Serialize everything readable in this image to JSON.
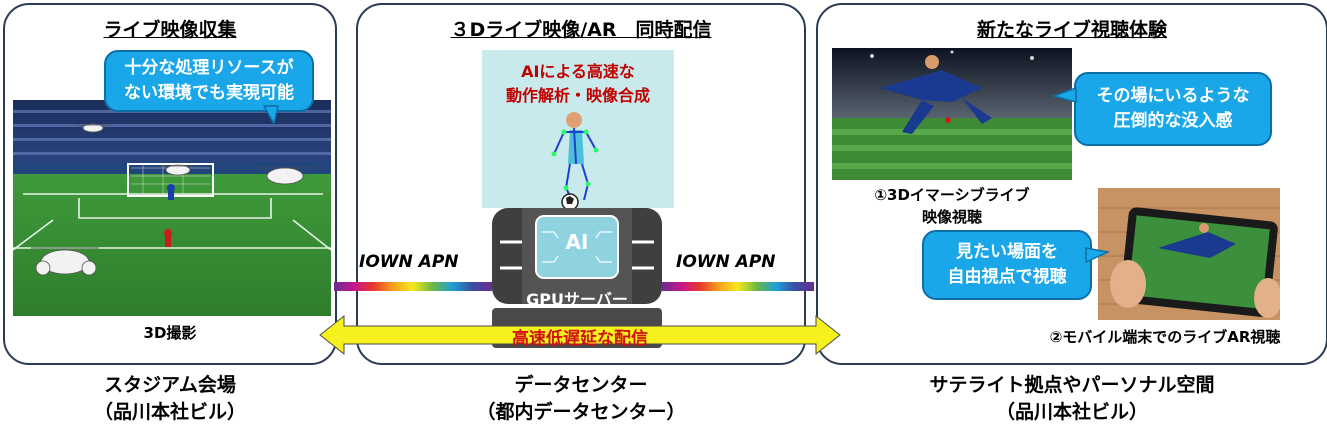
{
  "panels": {
    "left": {
      "title": "ライブ映像収集",
      "callout": [
        "十分な処理リソースが",
        "ない環境でも実現可能"
      ],
      "caption": "3D撮影",
      "location": [
        "スタジアム会場",
        "（品川本社ビル）"
      ]
    },
    "center": {
      "title": "３Dライブ映像/AR　同時配信",
      "ai_box": [
        "AIによる高速な",
        "動作解析・映像合成"
      ],
      "server_label": "GPUサーバー",
      "ai_chip": "AI",
      "location": [
        "データセンター",
        "（都内データセンター）"
      ]
    },
    "right": {
      "title": "新たなライブ視聴体験",
      "callout_top": [
        "その場にいるような",
        "圧倒的な没入感"
      ],
      "caption_top": [
        "①3Dイマーシブライブ",
        "映像視聴"
      ],
      "callout_bottom": [
        "見たい場面を",
        "自由視点で視聴"
      ],
      "caption_bottom": "②モバイル端末でのライブAR視聴",
      "location": [
        "サテライト拠点やパーソナル空間",
        "（品川本社ビル）"
      ]
    }
  },
  "network": {
    "left_label": "IOWN APN",
    "right_label": "IOWN APN"
  },
  "delivery_arrow": "高速低遅延な配信",
  "colors": {
    "panel_border": "#2b3b55",
    "callout": "#19a7ea",
    "arrow_fill": "#f5f01e",
    "ai_text": "#c00000"
  }
}
